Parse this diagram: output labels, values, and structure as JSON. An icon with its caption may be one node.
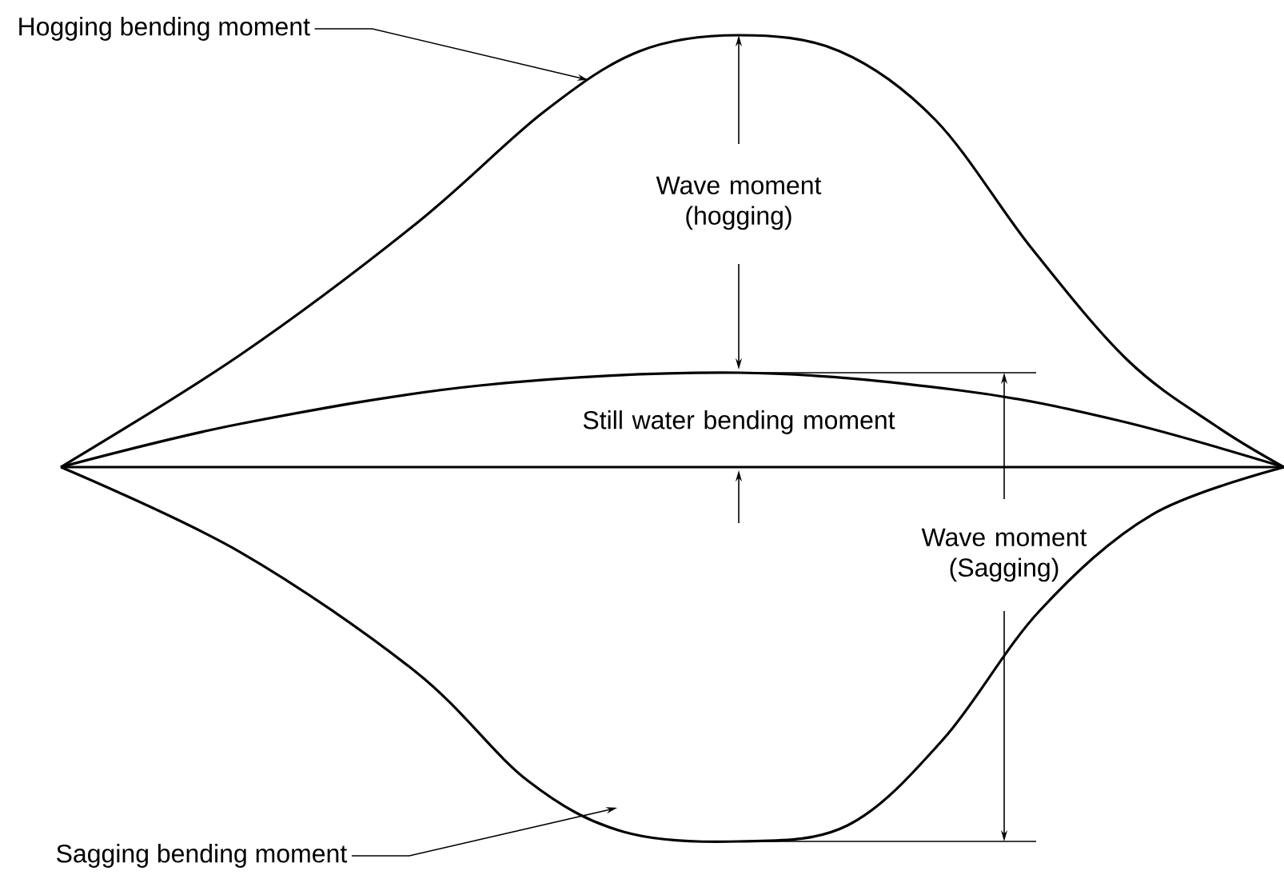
{
  "diagram": {
    "nodes": [
      {
        "text": [
          "Hogging bending moment"
        ]
      },
      {
        "text": [
          "Sagging bending moment"
        ]
      }
    ],
    "edges": [
      {
        "from": 0,
        "to": null,
        "arrow": "to"
      },
      {
        "from": 1,
        "to": null,
        "arrow": "to"
      }
    ],
    "labels": [
      "Wave moment (hogging)",
      "Still water bending moment",
      "Wave moment (Sagging)"
    ]
  }
}
